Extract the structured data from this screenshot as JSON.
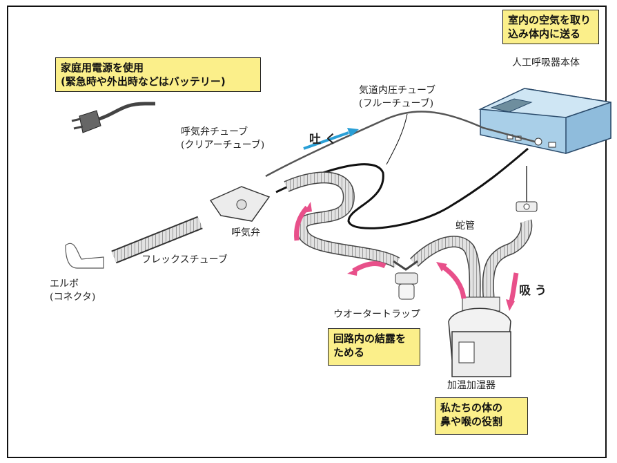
{
  "notes": {
    "power": "家庭用電源を使用\n(緊急時や外出時などはバッテリー)",
    "air": "室内の空気を取り\n込み体内に送る",
    "condensation": "回路内の結露を\nためる",
    "role": "私たちの体の\n鼻や喉の役割"
  },
  "labels": {
    "ventilator": "人工呼吸器本体",
    "pressure_tube": "気道内圧チューブ\n(フルーチューブ)",
    "exhale_valve_tube": "呼気弁チューブ\n(クリアーチューブ)",
    "exhale_valve": "呼気弁",
    "flex_tube": "フレックスチューブ",
    "elbow": "エルボ\n(コネクタ)",
    "circuit_tube": "蛇管",
    "water_trap": "ウオータートラップ",
    "humidifier": "加温加湿器",
    "exhale": "吐 く",
    "inhale": "吸 う"
  },
  "colors": {
    "note_bg": "#fbef8a",
    "arrow_pink": "#e8508a",
    "arrow_blue": "#2a9fd6",
    "device": "#a9cfe8"
  }
}
